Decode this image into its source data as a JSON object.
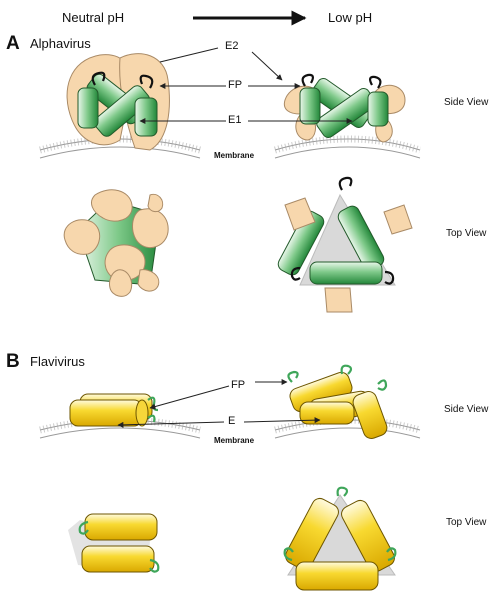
{
  "header": {
    "left": "Neutral pH",
    "right": "Low pH"
  },
  "panelA": {
    "letter": "A",
    "name": "Alphavirus",
    "labels": {
      "e2": "E2",
      "fp": "FP",
      "e1": "E1",
      "membrane": "Membrane"
    }
  },
  "panelB": {
    "letter": "B",
    "name": "Flavivirus",
    "labels": {
      "fp": "FP",
      "e": "E",
      "membrane": "Membrane"
    }
  },
  "views": {
    "side": "Side View",
    "top": "Top View"
  },
  "colors": {
    "green": "#3da34a",
    "yellow": "#f2cb1d",
    "tan": "#f7d7ad",
    "gray": "#cfcfcf",
    "fusion_loop": "#3fa65a"
  }
}
